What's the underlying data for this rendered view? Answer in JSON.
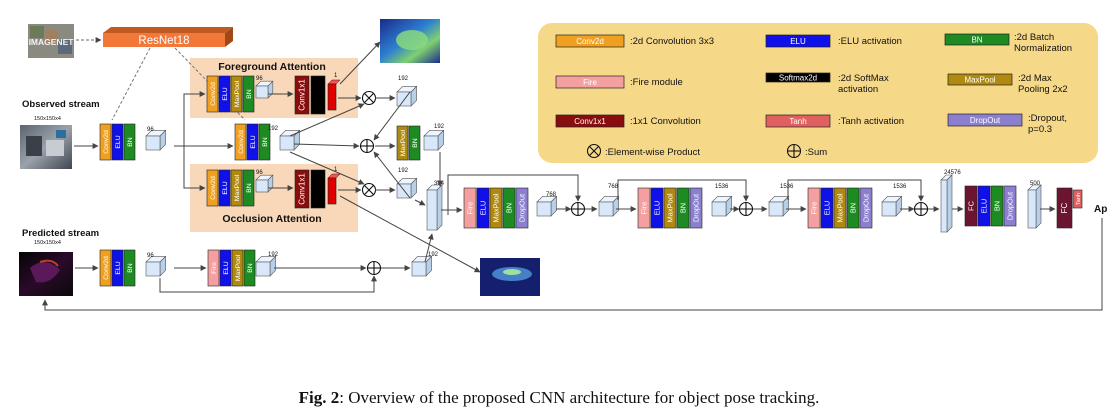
{
  "caption": {
    "label": "Fig. 2",
    "text": ": Overview of the proposed CNN architecture for object pose tracking."
  },
  "labels": {
    "imagenet": "IMAGENET",
    "resnet": "ResNet18",
    "observed_stream": "Observed stream",
    "observed_dims": "150x150x4",
    "predicted_stream": "Predicted stream",
    "predicted_dims": "150x150x4",
    "foreground_attention": "Foreground Attention",
    "occlusion_attention": "Occlusion Attention",
    "output": "Ap"
  },
  "layer_names": {
    "conv2d": "Conv2d",
    "elu": "ELU",
    "bn": "BN",
    "maxpool": "MaxPool",
    "fire": "Fire",
    "conv1x1": "Conv1x1",
    "softmax2d": "Softmax2d",
    "dropout": "DropOut",
    "fc": "FC",
    "tanh": "Tanh"
  },
  "channel_counts": {
    "obs_first": "96",
    "fg_after": "96",
    "fg_softmax": "1",
    "mid_conv": "192",
    "fg_prod": "192",
    "mid_merge": "192",
    "occ_after": "96",
    "occ_softmax": "1",
    "occ_prod": "192",
    "pred_first": "96",
    "pred_second": "192",
    "pred_merge": "192",
    "concat": "384",
    "fire1_out": "768",
    "fire2_in": "768",
    "fire2_out": "1536",
    "fire3_in": "1536",
    "fire3_out": "1536",
    "flatten": "24576",
    "fc1_out": "500"
  },
  "legend": {
    "conv2d": {
      "tag": "Conv2d",
      "desc": ":2d Convolution 3x3"
    },
    "elu": {
      "tag": "ELU",
      "desc": ":ELU activation"
    },
    "bn": {
      "tag": "BN",
      "desc": ":2d Batch Normalization"
    },
    "fire": {
      "tag": "Fire",
      "desc": ":Fire module"
    },
    "softmax": {
      "tag": "Softmax2d",
      "desc": ":2d SoftMax activation"
    },
    "maxpool": {
      "tag": "MaxPool",
      "desc": ":2d Max Pooling 2x2"
    },
    "conv1x1": {
      "tag": "Conv1x1",
      "desc": ":1x1 Convolution"
    },
    "tanh": {
      "tag": "Tanh",
      "desc": ":Tanh activation"
    },
    "dropout": {
      "tag": "DropOut",
      "desc": ":Dropout, p=0.3"
    },
    "product": {
      "desc": ":Element-wise Product"
    },
    "sum": {
      "desc": ":Sum"
    }
  },
  "colors": {
    "conv2d": "#f0a020",
    "elu": "#1010e8",
    "bn": "#1e8a22",
    "maxpool": "#b08a10",
    "fire": "#f4a0a0",
    "conv1x1": "#8a0d0d",
    "softmax": "#000000",
    "dropout": "#8c7fd0",
    "fc": "#6b1530",
    "tanh": "#e06060",
    "attention_panel": "#f8d8b8",
    "legend_panel": "#f6d889",
    "resnet": "#f2783a",
    "red_block": "#e00000",
    "cube": "#d8e8fa"
  },
  "icons": [
    "product-icon",
    "sum-icon"
  ]
}
